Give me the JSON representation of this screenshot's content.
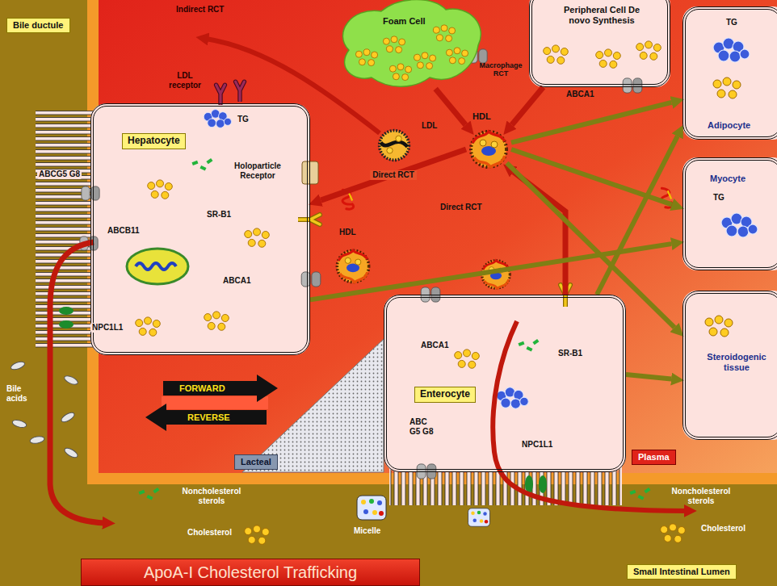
{
  "diagram": {
    "title": "ApoA-I Cholesterol Trafficking",
    "nodes": [
      {
        "text": [
          "Bile ductule"
        ]
      },
      {
        "text": [
          "Foam Cell"
        ]
      },
      {
        "text": [
          "Peripheral Cell De novo Synthesis",
          "ABCA1"
        ]
      },
      {
        "text": [
          "TG",
          "Adipocyte"
        ]
      },
      {
        "text": [
          "Hepatocyte",
          "TG",
          "Holoparticle Receptor",
          "ABCG5 G8",
          "SR-B1",
          "ABCB11",
          "ABCA1",
          "NPC1L1"
        ]
      },
      {
        "text": [
          "HDL"
        ]
      },
      {
        "text": [
          "Myocyte",
          "TG"
        ]
      },
      {
        "text": [
          "ABCA1",
          "SR-B1",
          "Enterocyte",
          "ABC G5 G8",
          "NPC1L1"
        ]
      },
      {
        "text": [
          "Steroidogenic tissue"
        ]
      },
      {
        "text": [
          "Lacteal"
        ]
      },
      {
        "text": [
          "Plasma"
        ]
      },
      {
        "text": [
          "Small Intestinal Lumen"
        ]
      }
    ],
    "edges": [
      {
        "from": 1,
        "to": 5,
        "arrow": "to"
      },
      {
        "from": 2,
        "to": 5,
        "arrow": "to"
      },
      {
        "from": 5,
        "to": 4,
        "label": "Direct RCT",
        "arrow": "to"
      },
      {
        "from": 7,
        "to": 5,
        "arrow": "to"
      },
      {
        "from": 5,
        "to": 3,
        "arrow": "to"
      },
      {
        "from": 5,
        "to": 6,
        "arrow": "to"
      },
      {
        "from": 5,
        "to": 8,
        "arrow": "to"
      },
      {
        "from": 4,
        "to": 6,
        "arrow": "to"
      },
      {
        "from": 7,
        "to": 3,
        "arrow": "to"
      },
      {
        "from": 7,
        "to": 8,
        "arrow": "to"
      }
    ],
    "labels": [
      "Indirect RCT",
      "LDL receptor",
      "LDL",
      "Macrophage RCT",
      "Direct RCT",
      "HDL",
      "FORWARD",
      "REVERSE",
      "Bile acids",
      "Noncholesterol sterols",
      "Cholesterol",
      "Micelle",
      "Noncholesterol sterols",
      "Cholesterol"
    ]
  }
}
